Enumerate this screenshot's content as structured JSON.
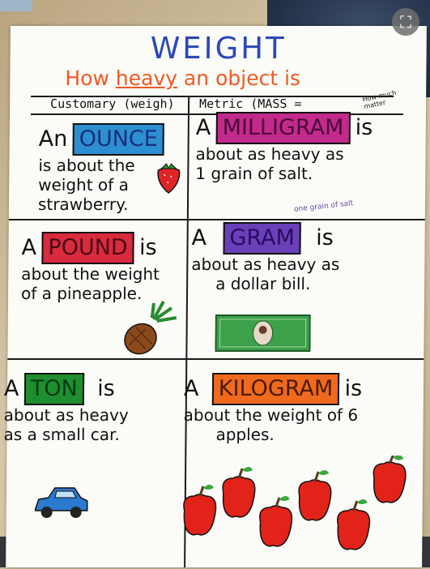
{
  "ui": {
    "expand_icon": "expand-icon"
  },
  "poster": {
    "title": "WEIGHT",
    "subtitle_pre": "How ",
    "subtitle_u": "heavy",
    "subtitle_post": " an object is",
    "header_left": "Customary (weigh)",
    "header_right": "Metric (MASS =",
    "header_note_1": "How much",
    "header_note_2": "matter"
  },
  "cells": {
    "ounce": {
      "pre": "An",
      "unit": "OUNCE",
      "post": "",
      "line1": "is about the",
      "line2": "weight of a",
      "line3": "strawberry."
    },
    "milligram": {
      "pre": "A",
      "unit": "MILLIGRAM",
      "post": "is",
      "line1": "about as heavy as",
      "line2": "1 grain of salt.",
      "note": "one grain of salt"
    },
    "pound": {
      "pre": "A",
      "unit": "POUND",
      "post": "is",
      "line1": "about the weight",
      "line2": "of a pineapple."
    },
    "gram": {
      "pre": "A",
      "unit": "GRAM",
      "post": "is",
      "line1": "about as heavy as",
      "line2": "a dollar bill."
    },
    "ton": {
      "pre": "A",
      "unit": "TON",
      "post": "is",
      "line1": "about as heavy",
      "line2": "as a small car."
    },
    "kilogram": {
      "pre": "A",
      "unit": "KILOGRAM",
      "post": "is",
      "line1": "about the weight of 6",
      "line2": "apples."
    }
  },
  "colors": {
    "title": "#2c48b8",
    "subtitle": "#ef5a22",
    "ounce": "#2c8fd2",
    "milligram": "#c22a8c",
    "pound": "#d92a3e",
    "gram": "#6a40b8",
    "ton": "#1e8e30",
    "kilogram": "#ef6a1c"
  }
}
